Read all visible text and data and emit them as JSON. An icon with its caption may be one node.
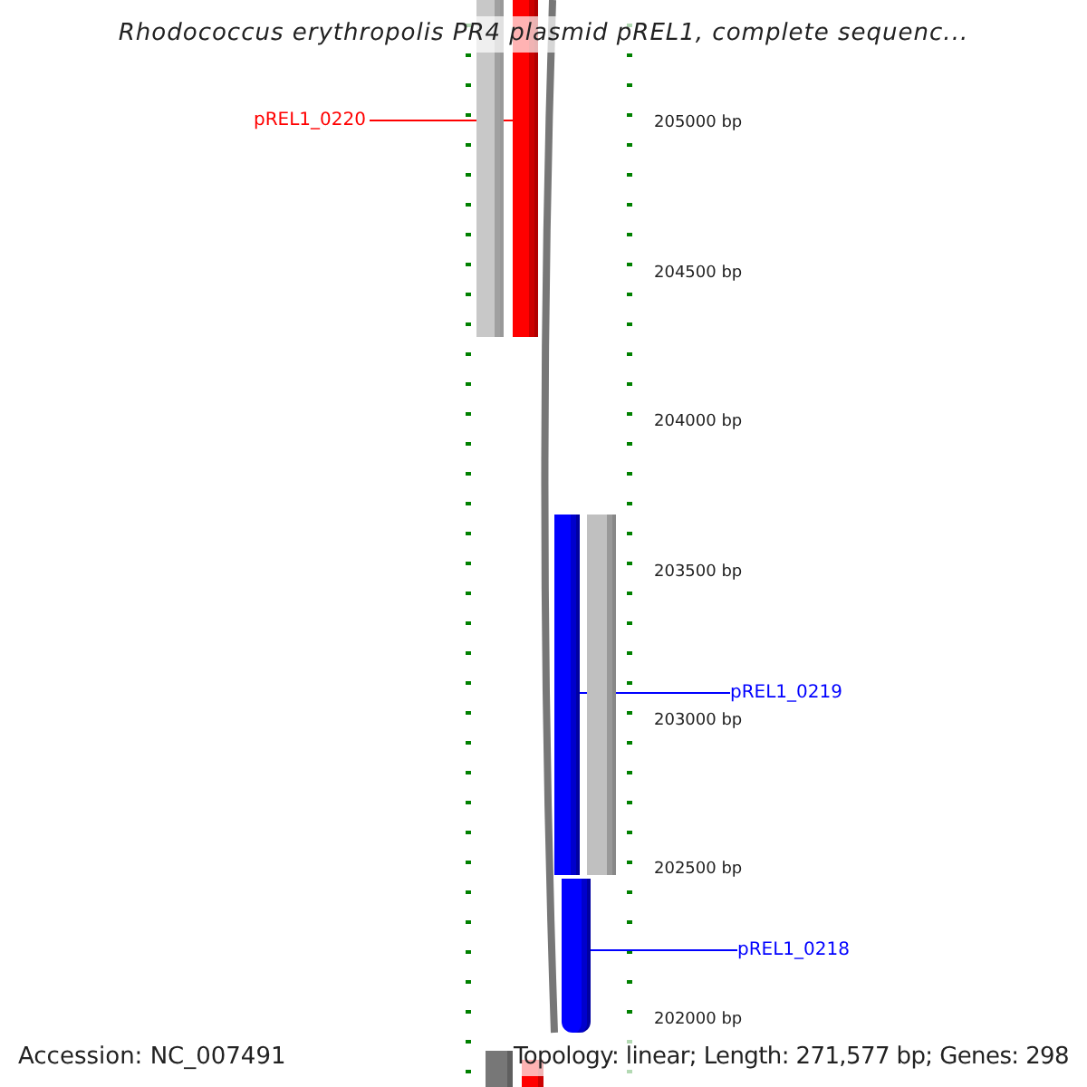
{
  "diagram": {
    "title": "Rhodococcus erythropolis PR4 plasmid pREL1, complete sequenc...",
    "nodes": [
      {
        "text": [
          "pREL1_0220"
        ]
      },
      {
        "text": [],
        "shape": "bar"
      },
      {
        "text": [
          "pREL1_0219"
        ]
      },
      {
        "text": [],
        "shape": "bar"
      },
      {
        "text": [
          "pREL1_0218"
        ]
      },
      {
        "text": [],
        "shape": "bar"
      },
      {
        "text": [],
        "shape": "bar"
      },
      {
        "text": [],
        "shape": "bar"
      },
      {
        "text": [],
        "shape": "bar"
      },
      {
        "text": [],
        "shape": "bar"
      }
    ],
    "edges": [
      {
        "from": 0,
        "to": 1,
        "arrow": "none",
        "color": "#ff0000"
      },
      {
        "from": 2,
        "to": 3,
        "arrow": "none"
      },
      {
        "from": 4,
        "to": 5,
        "arrow": "none"
      }
    ],
    "labels": [
      "205000 bp",
      "204500 bp",
      "204000 bp",
      "203500 bp",
      "203000 bp",
      "202500 bp",
      "202000 bp",
      "Accession: NC_007491",
      "Topology: linear; Length: 271,577 bp; Genes: 298"
    ]
  }
}
